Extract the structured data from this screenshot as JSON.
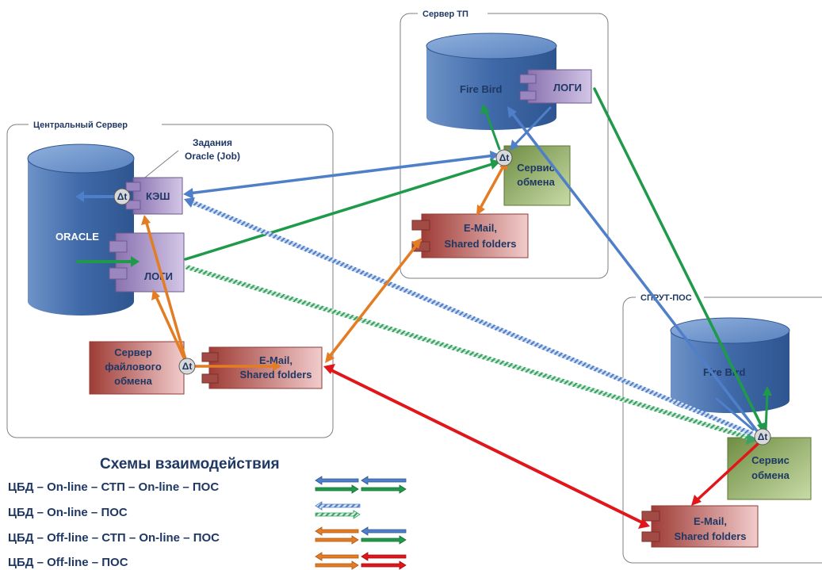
{
  "groups": {
    "central": "Центральный Сервер",
    "tp": "Сервер ТП",
    "pos": "СПРУТ-ПОС"
  },
  "central": {
    "jobs_line1": "Задания",
    "jobs_line2": "Oracle (Job)",
    "db": "ORACLE",
    "cache": "КЭШ",
    "logs": "ЛОГИ",
    "fileserver_line1": "Сервер",
    "fileserver_line2": "файлового",
    "fileserver_line3": "обмена",
    "email_line1": "E-Mail,",
    "email_line2": "Shared folders"
  },
  "tp": {
    "db": "Fire Bird",
    "logs": "ЛОГИ",
    "service_line1": "Сервис",
    "service_line2": "обмена",
    "email_line1": "E-Mail,",
    "email_line2": "Shared folders"
  },
  "pos": {
    "db": "Fire Bird",
    "service_line1": "Сервис",
    "service_line2": "обмена",
    "email_line1": "E-Mail,",
    "email_line2": "Shared folders"
  },
  "delta_symbol": "Δt",
  "legend": {
    "title": "Схемы взаимодействия",
    "rows": [
      "ЦБД – On-line – СТП – On-line – ПОС",
      "ЦБД – On-line – ПОС",
      "ЦБД – Off-line – СТП – On-line – ПОС",
      "ЦБД – Off-line – ПОС"
    ]
  },
  "colors": {
    "blue_arrow": "#4f7fc8",
    "green_arrow": "#1f9a4a",
    "orange_arrow": "#e37c22",
    "red_arrow": "#e0161b",
    "db_fill": "#4a74b0",
    "component_purple": "#a58fc3",
    "component_red": "#b4544f",
    "service_green": "#8aa65a",
    "title_text": "#1f3864"
  }
}
